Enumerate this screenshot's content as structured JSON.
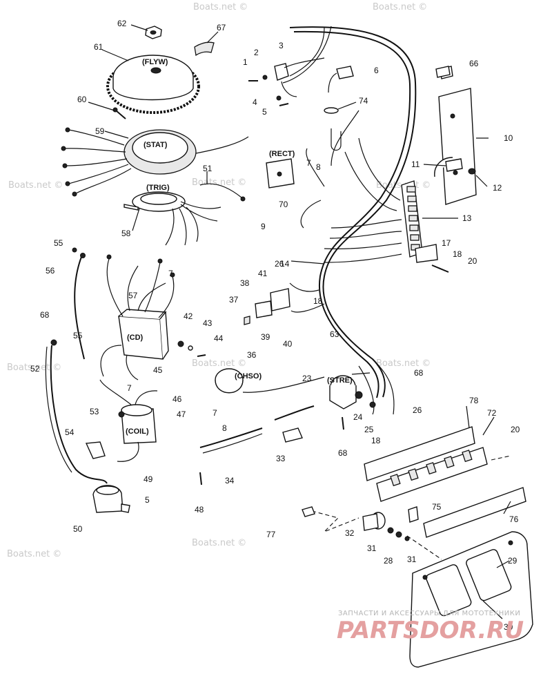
{
  "components": {
    "flyw": "(FLYW)",
    "stat": "(STAT)",
    "trig": "(TRIG)",
    "rect": "(RECT)",
    "cd": "(CD)",
    "coil": "(COIL)",
    "chso": "(CHSO)",
    "stre": "(STRE)"
  },
  "callouts": [
    "62",
    "67",
    "61",
    "60",
    "59",
    "51",
    "58",
    "55",
    "56",
    "57",
    "7",
    "68",
    "55",
    "52",
    "53",
    "54",
    "49",
    "5",
    "50",
    "1",
    "2",
    "3",
    "4",
    "5",
    "6",
    "74",
    "66",
    "10",
    "11",
    "12",
    "13",
    "17",
    "18",
    "20",
    "7",
    "8",
    "70",
    "9",
    "14",
    "26",
    "18",
    "41",
    "38",
    "37",
    "39",
    "40",
    "42",
    "43",
    "44",
    "45",
    "7",
    "46",
    "47",
    "36",
    "23",
    "63",
    "68",
    "24",
    "25",
    "26",
    "18",
    "7",
    "8",
    "33",
    "34",
    "48",
    "68",
    "78",
    "72",
    "20",
    "75",
    "76",
    "77",
    "32",
    "31",
    "28",
    "31",
    "29",
    "30"
  ],
  "watermarks": [
    "Boats.net ©",
    "Boats.net ©",
    "Boats.net ©",
    "Boats.net ©",
    "Boats.net ©",
    "Boats.net ©",
    "Boats.net ©",
    "Boats.net ©",
    "Boats.net ©",
    "Boats.net ©"
  ],
  "branding": {
    "tagline": "ЗАПЧАСТИ И АКСЕССУАРЫ ДЛЯ МОТОТЕХНИКИ",
    "logo": "PARTSDOR.RU"
  }
}
